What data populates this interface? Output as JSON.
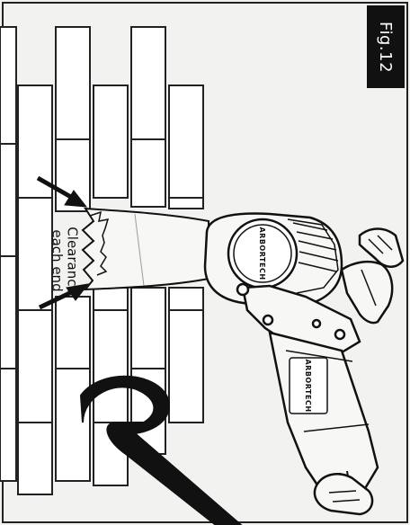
{
  "figure": {
    "label": "Fig.12",
    "callout_line1": "Clearance",
    "callout_line2": "each end",
    "brand_guard": "ARBORTECH",
    "brand_body": "ARBORTECH"
  },
  "colors": {
    "ink": "#111111",
    "paper": "#f2f2f0"
  }
}
